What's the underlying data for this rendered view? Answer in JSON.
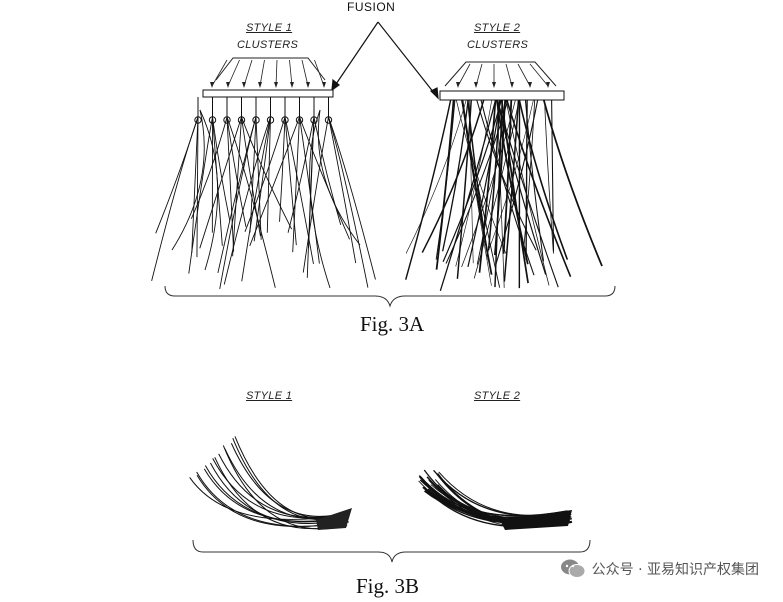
{
  "fig3a": {
    "fusion_label": "FUSION",
    "style1_label": "STYLE 1",
    "style1_sub": "CLUSTERS",
    "style2_label": "STYLE 2",
    "style2_sub": "CLUSTERS",
    "caption": "Fig. 3A"
  },
  "fig3b": {
    "style1_label": "STYLE 1",
    "style2_label": "STYLE 2",
    "caption": "Fig. 3B"
  },
  "watermark": {
    "text": "公众号 · 亚易知识产权集团",
    "icon": "wechat-icon"
  }
}
